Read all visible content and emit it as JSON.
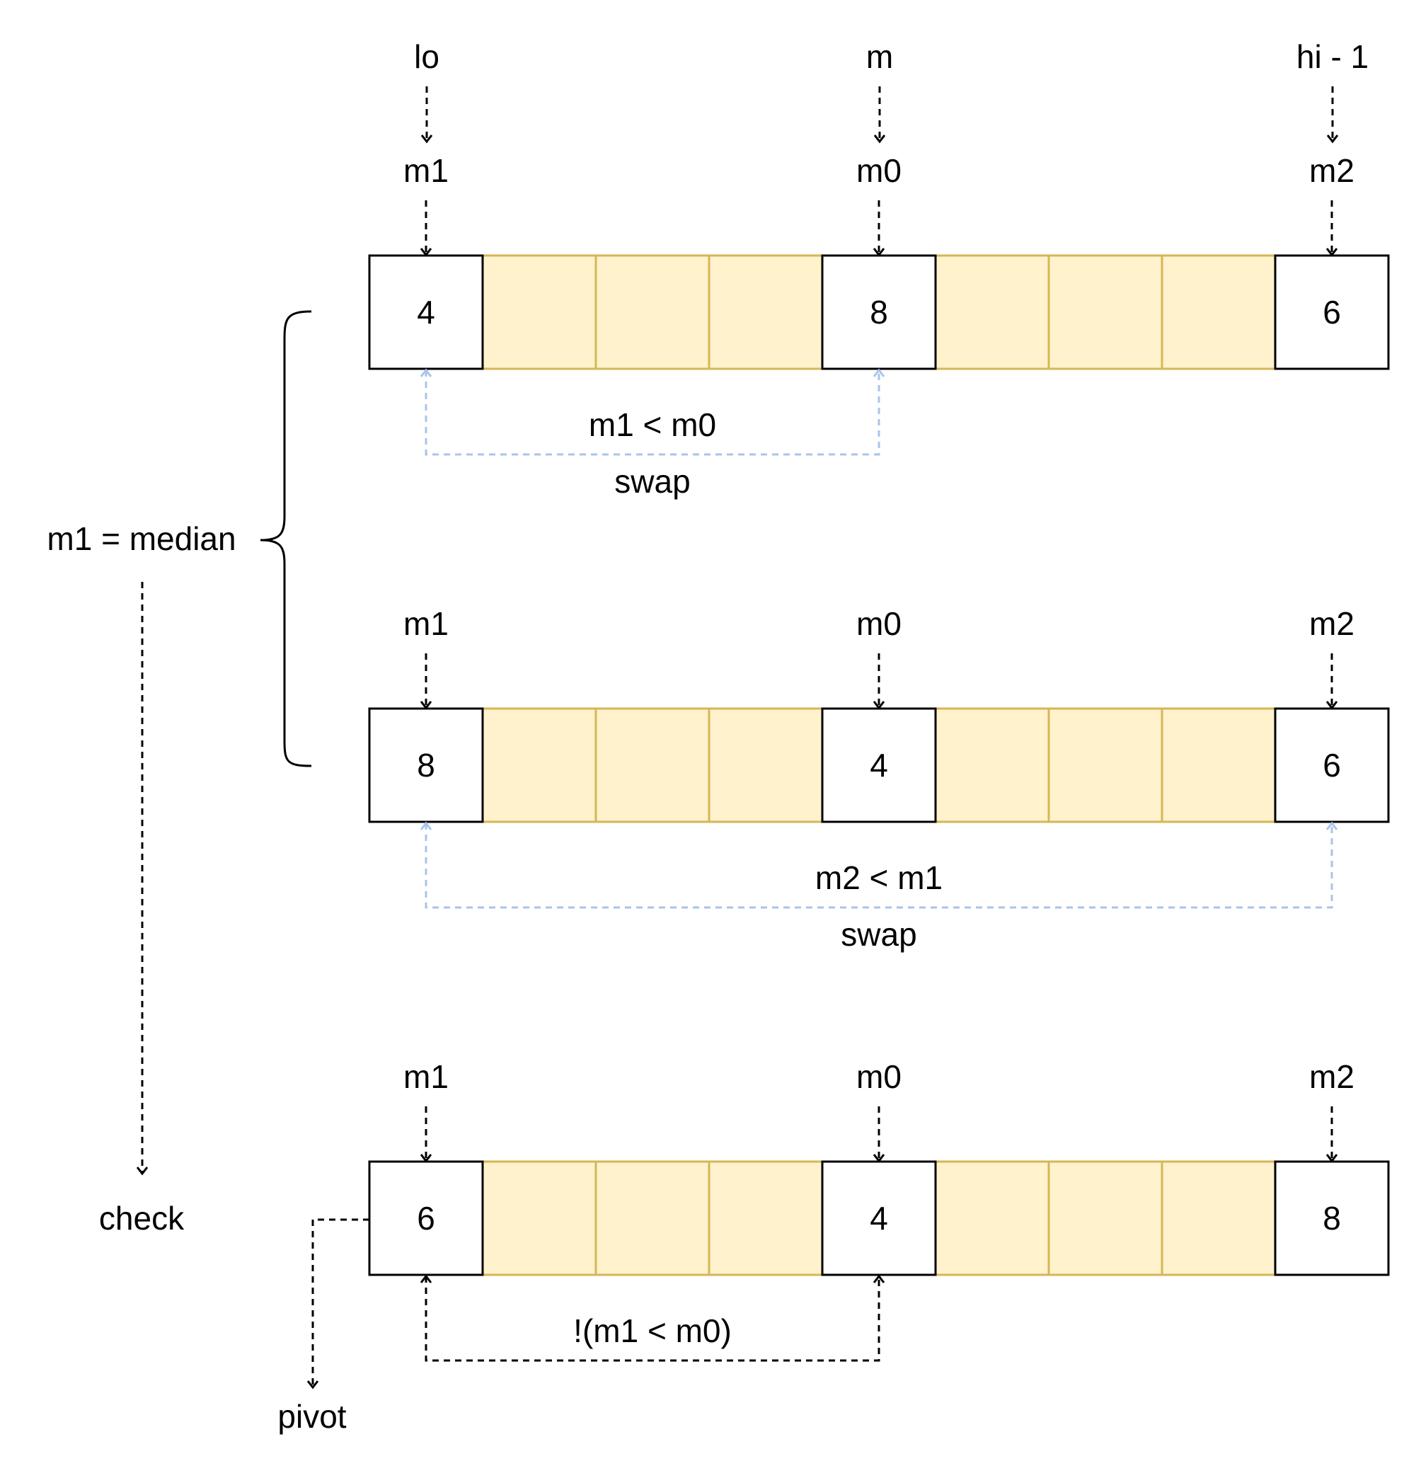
{
  "colors": {
    "filler_fill": "#fff2cc",
    "filler_stroke": "#d6b656",
    "endpoint_fill": "#ffffff",
    "endpoint_stroke": "#000000",
    "swap_arrow": "#a9c4eb",
    "dashed_arrow": "#000000"
  },
  "top_labels": {
    "lo": "lo",
    "m": "m",
    "hi": "hi - 1"
  },
  "side": {
    "median_label": "m1 = median",
    "check_label": "check",
    "pivot_label": "pivot"
  },
  "rows": [
    {
      "pointers": [
        "m1",
        "m0",
        "m2"
      ],
      "values": [
        "4",
        "8",
        "6"
      ],
      "condition": "m1 < m0",
      "action": "swap"
    },
    {
      "pointers": [
        "m1",
        "m0",
        "m2"
      ],
      "values": [
        "8",
        "4",
        "6"
      ],
      "condition": "m2 < m1",
      "action": "swap"
    },
    {
      "pointers": [
        "m1",
        "m0",
        "m2"
      ],
      "values": [
        "6",
        "4",
        "8"
      ],
      "condition": "!(m1 < m0)",
      "action": ""
    }
  ]
}
